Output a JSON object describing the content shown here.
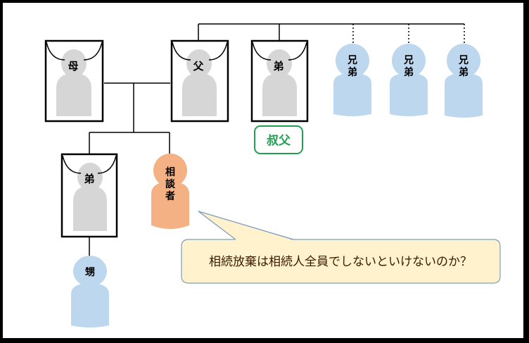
{
  "people": {
    "mother": "母",
    "father": "父",
    "father_brother": "弟",
    "sibling_1": "兄\n弟",
    "sibling_2": "兄\n弟",
    "sibling_3": "兄\n弟",
    "client_brother": "弟",
    "client": "相\n談\n者",
    "nephew": "甥"
  },
  "uncle_tag": "叔父",
  "speech": "相続放棄は相続人全員でしないといけないのか？",
  "colors": {
    "deceased_fill": "#d6d6d6",
    "living_blue": "#bdd7ee",
    "client_orange": "#f4b183",
    "bubble_fill": "#fff2cc",
    "bubble_stroke": "#7f9fbf",
    "uncle_green": "#20a050"
  }
}
